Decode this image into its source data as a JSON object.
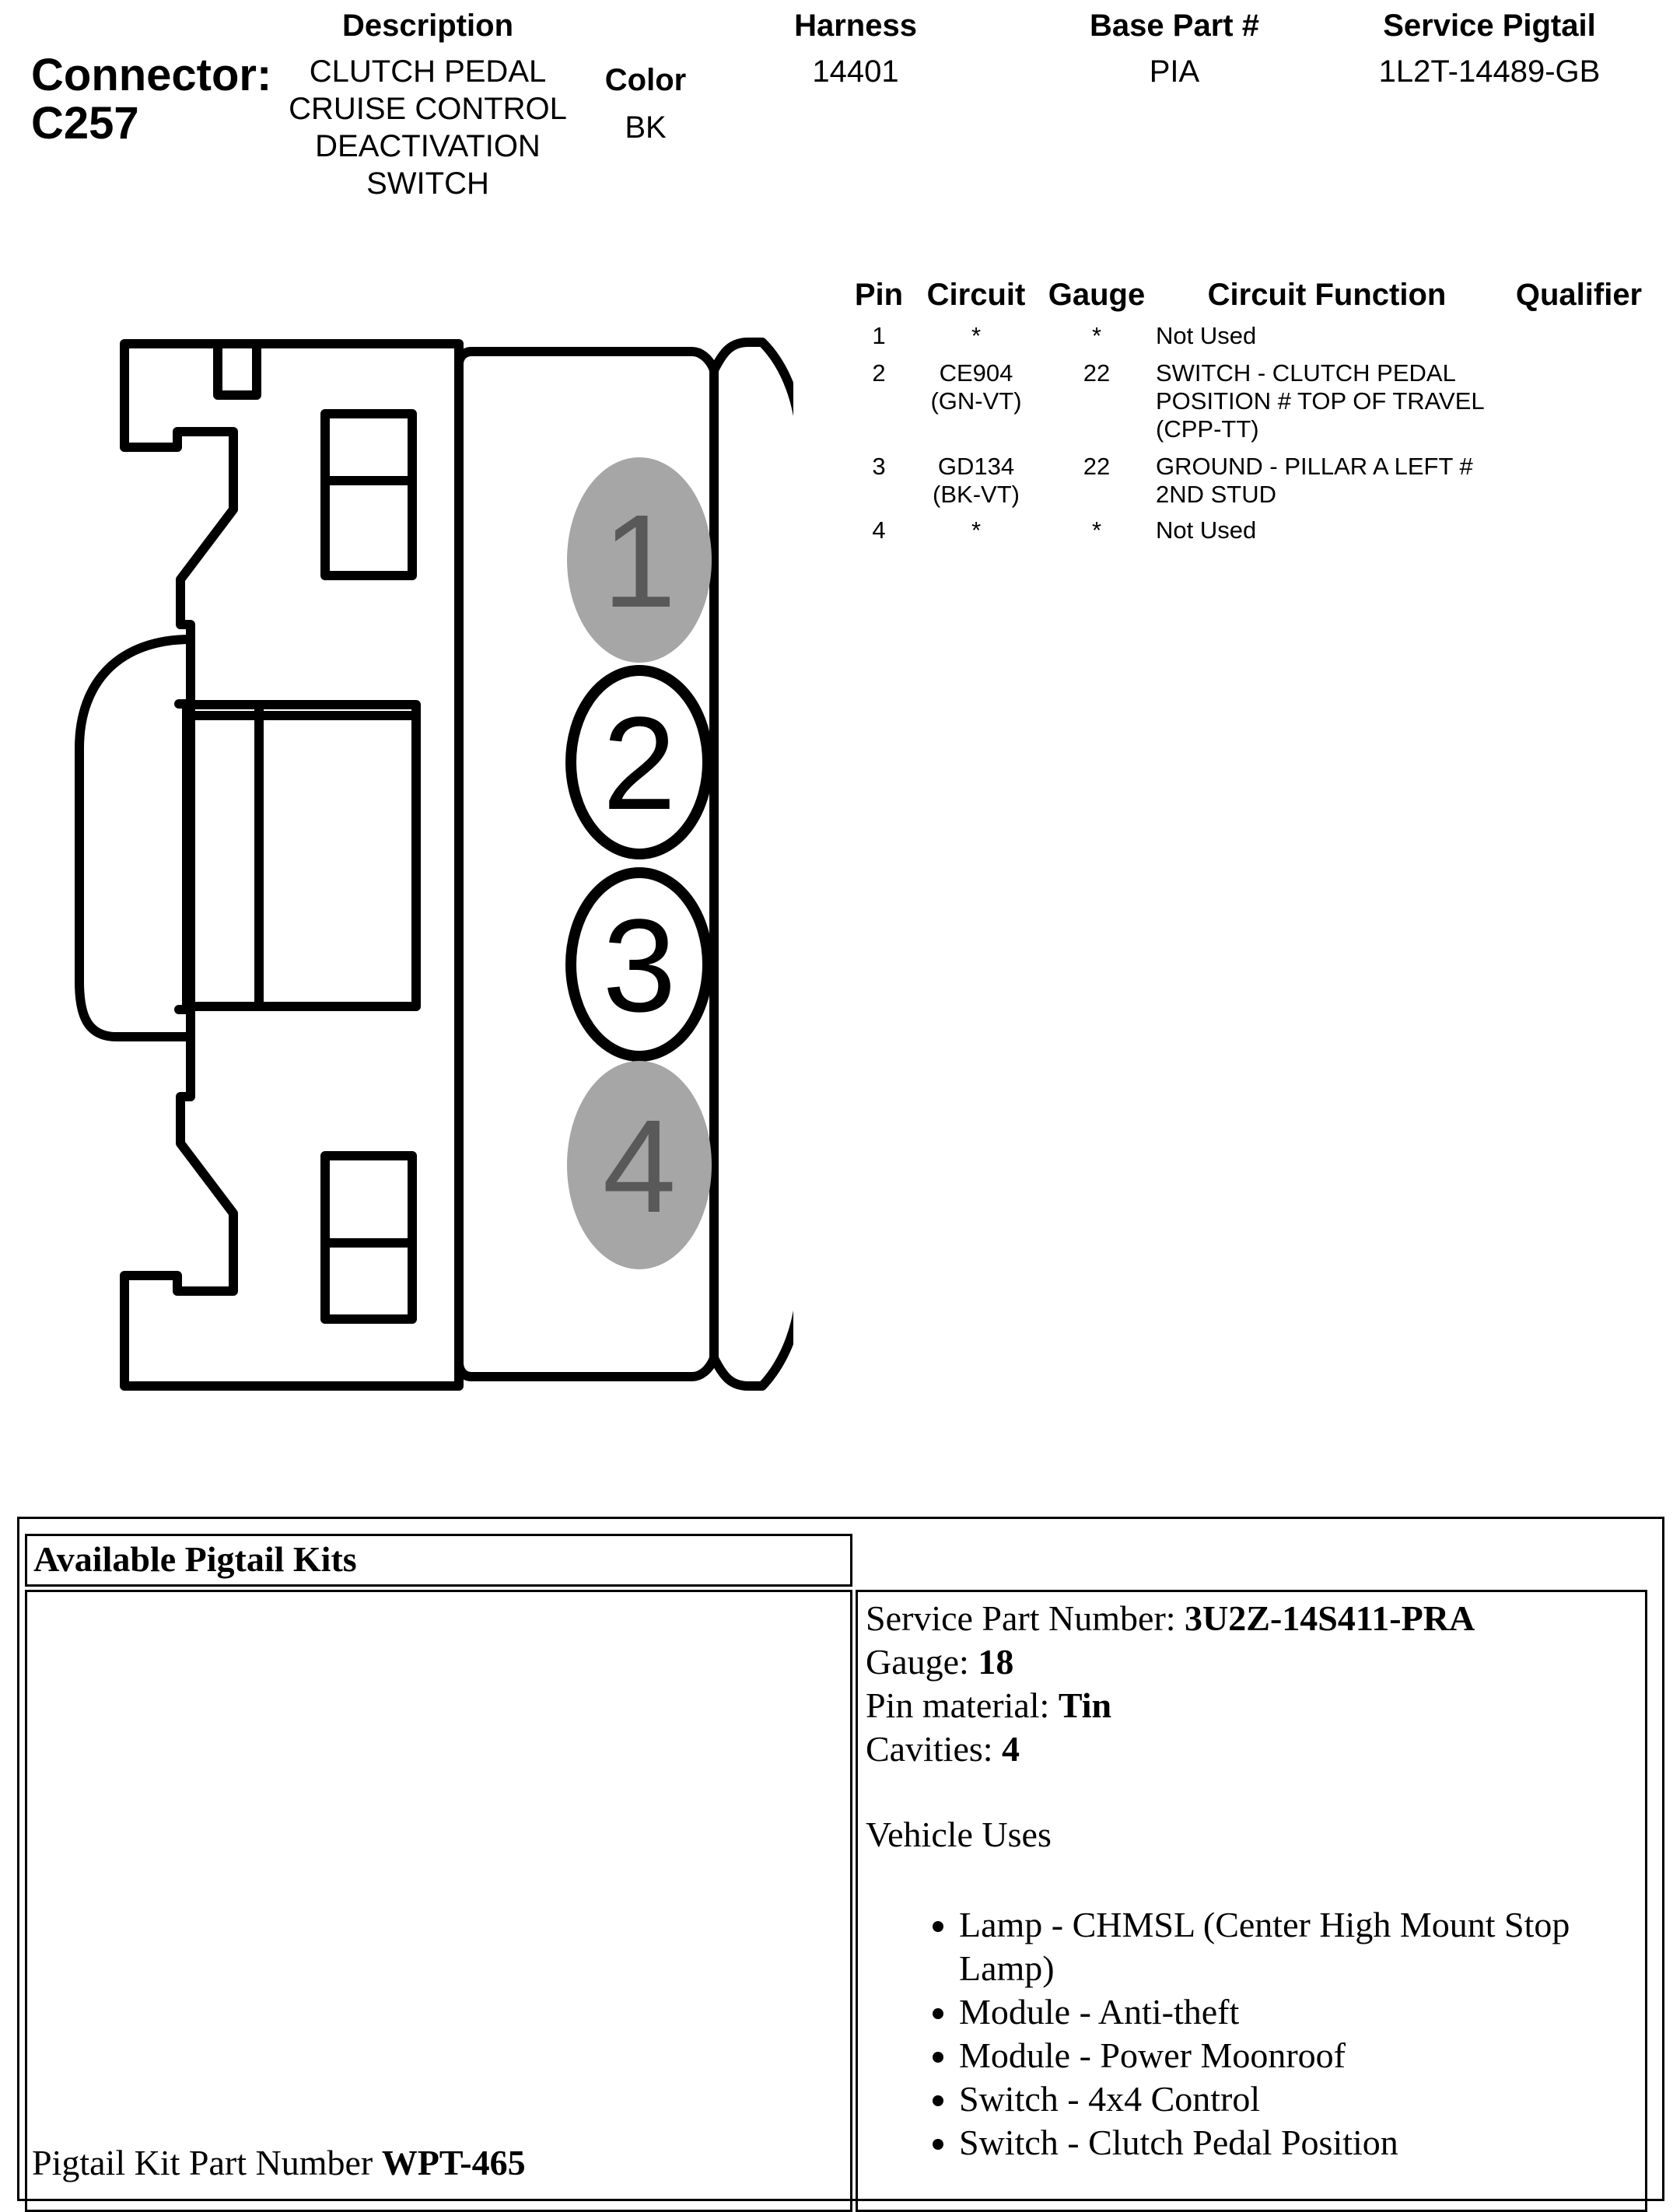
{
  "header": {
    "connector_label": "Connector:",
    "connector_id": "C257",
    "description_header": "Description",
    "description_lines": [
      "CLUTCH PEDAL",
      "CRUISE CONTROL",
      "DEACTIVATION",
      "SWITCH"
    ],
    "color_header": "Color",
    "color_value": "BK",
    "harness_header": "Harness",
    "harness_value": "14401",
    "base_part_header": "Base Part #",
    "base_part_value": "PIA",
    "service_pigtail_header": "Service Pigtail",
    "service_pigtail_value": "1L2T-14489-GB"
  },
  "pin_table": {
    "headers": {
      "pin": "Pin",
      "circuit": "Circuit",
      "gauge": "Gauge",
      "function": "Circuit Function",
      "qualifier": "Qualifier"
    },
    "rows": [
      {
        "pin": "1",
        "circuit": [
          "*"
        ],
        "gauge": "*",
        "function": [
          "Not Used"
        ]
      },
      {
        "pin": "2",
        "circuit": [
          "CE904",
          "(GN-VT)"
        ],
        "gauge": "22",
        "function": [
          "SWITCH - CLUTCH PEDAL",
          "POSITION # TOP OF TRAVEL",
          "(CPP-TT)"
        ]
      },
      {
        "pin": "3",
        "circuit": [
          "GD134",
          "(BK-VT)"
        ],
        "gauge": "22",
        "function": [
          "GROUND - PILLAR A LEFT #",
          "2ND STUD"
        ]
      },
      {
        "pin": "4",
        "circuit": [
          "*"
        ],
        "gauge": "*",
        "function": [
          "Not Used"
        ]
      }
    ]
  },
  "connector_diagram": {
    "pins": [
      {
        "label": "1",
        "state": "unused"
      },
      {
        "label": "2",
        "state": "used"
      },
      {
        "label": "3",
        "state": "used"
      },
      {
        "label": "4",
        "state": "unused"
      }
    ],
    "colors": {
      "unused_fill": "#a6a6a6",
      "unused_text": "#595959",
      "outline": "#000000"
    }
  },
  "pigtail": {
    "title": "Available Pigtail Kits",
    "kit_part_label": "Pigtail Kit Part Number",
    "kit_part_value": "WPT-465",
    "service_part_label": "Service Part Number:",
    "service_part_value": "3U2Z-14S411-PRA",
    "gauge_label": "Gauge:",
    "gauge_value": "18",
    "pin_material_label": "Pin material:",
    "pin_material_value": "Tin",
    "cavities_label": "Cavities:",
    "cavities_value": "4",
    "vehicle_uses_label": "Vehicle Uses",
    "vehicle_uses": [
      "Lamp - CHMSL (Center High Mount Stop Lamp)",
      "Module - Anti-theft",
      "Module - Power Moonroof",
      "Switch - 4x4 Control",
      "Switch - Clutch Pedal Position"
    ]
  }
}
